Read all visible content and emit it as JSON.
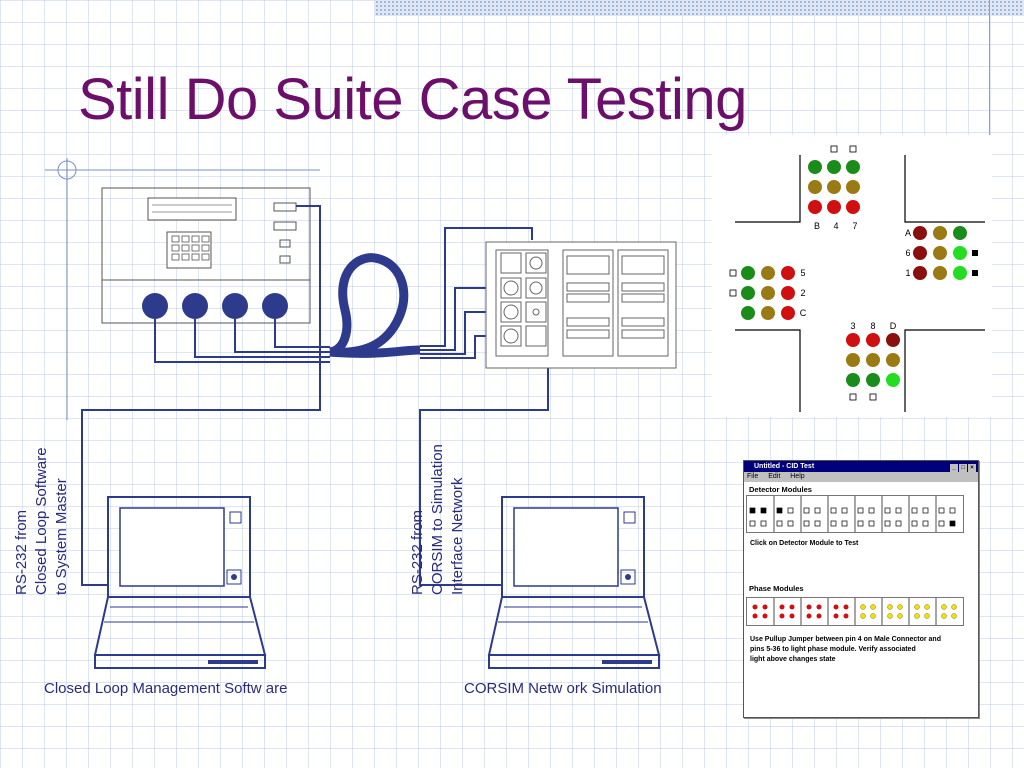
{
  "slide": {
    "title": "Still Do Suite Case Testing"
  },
  "labels": {
    "left_rs232": [
      "RS-232 from",
      "Closed Loop Software",
      "to System Master"
    ],
    "right_rs232": [
      "RS-232 from",
      "CORSIM to Simulation",
      "Interface Network"
    ]
  },
  "captions": {
    "left": "Closed Loop Management Softw are",
    "right": "CORSIM Netw ork Simulation"
  },
  "intersection": {
    "north_labels": [
      "B",
      "4",
      "7"
    ],
    "east_labels": [
      "A",
      "6",
      "1"
    ],
    "west_labels": [
      "5",
      "2",
      "C"
    ],
    "south_labels": [
      "3",
      "8",
      "D"
    ]
  },
  "cid_window": {
    "title": "Untitled - CID Test",
    "menu": [
      "File",
      "Edit",
      "Help"
    ],
    "detector_heading": "Detector Modules",
    "detector_hint": "Click on Detector Module to Test",
    "phase_heading": "Phase Modules",
    "instructions": [
      "Use Pullup Jumper between pin 4 on Male Connector and",
      "pins 5-36 to light phase module.  Verify associated",
      "light above changes state"
    ]
  },
  "colors": {
    "title": "#6b0f6b",
    "wire": "#2e3a8c",
    "text": "#2a2a7a",
    "signal_green": "#1a8c1a",
    "signal_amber": "#9a7a14",
    "signal_red": "#d01010"
  }
}
